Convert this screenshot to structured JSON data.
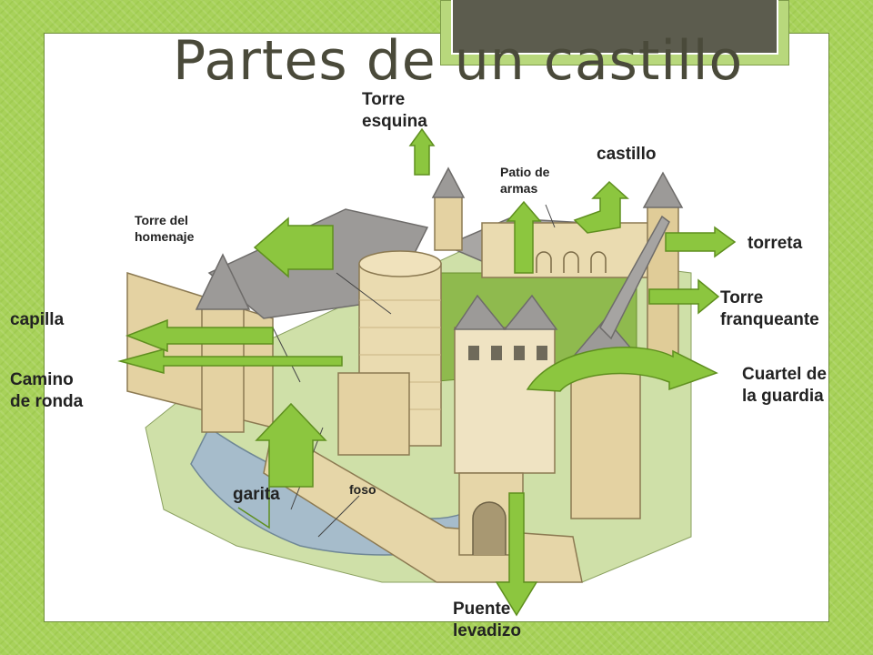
{
  "title": "Partes de un castillo",
  "colors": {
    "background": "#a8d25a",
    "arrow_fill": "#8cc63f",
    "arrow_stroke": "#5f8f1f",
    "stone": "#e4d2a2",
    "roof": "#9c9a98",
    "moat": "#a6bccb",
    "grass": "#8fba4e"
  },
  "labels": {
    "torre_esquina": "Torre\nesquina",
    "castillo": "castillo",
    "patio_de_armas": "Patio de\narmas",
    "torre_del_homenaje": "Torre del\nhomenaje",
    "torreta": "torreta",
    "torre_franqueante": "Torre\nfranqueante",
    "capilla": "capilla",
    "camino_de_ronda": "Camino\nde ronda",
    "cuartel_de_la_guardia": "Cuartel de\nla guardia",
    "garita": "garita",
    "foso": "foso",
    "puente_levadizo": "Puente\nlevadizo"
  }
}
